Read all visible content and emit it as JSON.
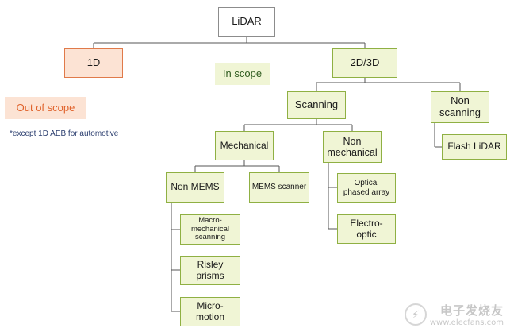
{
  "nodes": {
    "lidar": "LiDAR",
    "one_d": "1D",
    "two_d_three_d": "2D/3D",
    "scanning": "Scanning",
    "non_scanning": "Non\nscanning",
    "mechanical": "Mechanical",
    "non_mechanical": "Non\nmechanical",
    "flash_lidar": "Flash LiDAR",
    "non_mems": "Non MEMS",
    "mems_scanner": "MEMS scanner",
    "optical_phased_array": "Optical\nphased array",
    "electro_optic": "Electro-\noptic",
    "macro_mechanical": "Macro-\nmechanical\nscanning",
    "risley_prisms": "Risley\nprisms",
    "micro_motion": "Micro-\nmotion"
  },
  "legend": {
    "in_scope": "In scope",
    "out_of_scope": "Out of scope",
    "footnote": "*except 1D AEB for automotive"
  },
  "watermark": {
    "cn": "电子发烧友",
    "url": "www.elecfans.com"
  },
  "colors": {
    "in_scope_fill": "#f0f5d5",
    "in_scope_border": "#8fb043",
    "out_scope_fill": "#fce3d4",
    "out_scope_border": "#e07a4a",
    "root_border": "#8c8c8c",
    "connector": "#555555"
  }
}
